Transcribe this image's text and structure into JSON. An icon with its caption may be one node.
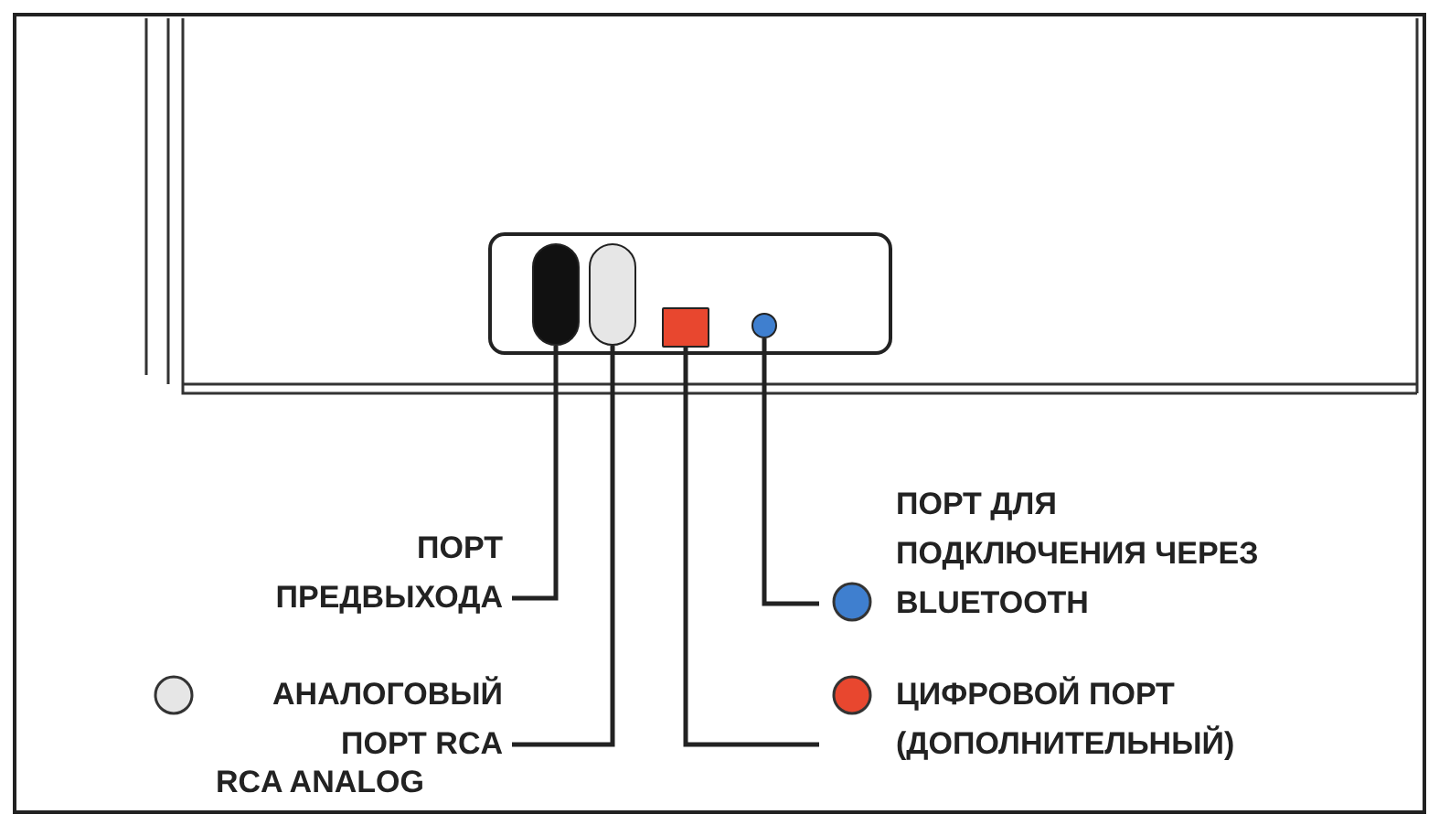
{
  "diagram": {
    "nodes": [
      {
        "text": [
          "ПОРТ ПРЕДВЫХОДА"
        ]
      },
      {
        "text": [
          "АНАЛОГОВЫЙ ПОРТ RCA"
        ]
      },
      {
        "text": [
          "ЦИФРОВОЙ ПОРТ (ДОПОЛНИТЕЛЬНЫЙ)"
        ]
      },
      {
        "text": [
          "ПОРТ ДЛЯ ПОДКЛЮЧЕНИЯ ЧЕРЕЗ BLUETOOTH"
        ]
      },
      {
        "text": [],
        "shape": "circle"
      },
      {
        "text": [],
        "shape": "circle"
      },
      {
        "text": [],
        "shape": "box"
      },
      {
        "text": [],
        "shape": "circle"
      }
    ],
    "edges": [
      {
        "from": 0,
        "to": 4,
        "arrow": "none"
      },
      {
        "from": 1,
        "to": 5,
        "arrow": "none"
      },
      {
        "from": 2,
        "to": 6,
        "arrow": "none"
      },
      {
        "from": 3,
        "to": 7,
        "arrow": "none"
      }
    ],
    "labels": [
      "RCA ANALOG"
    ]
  }
}
